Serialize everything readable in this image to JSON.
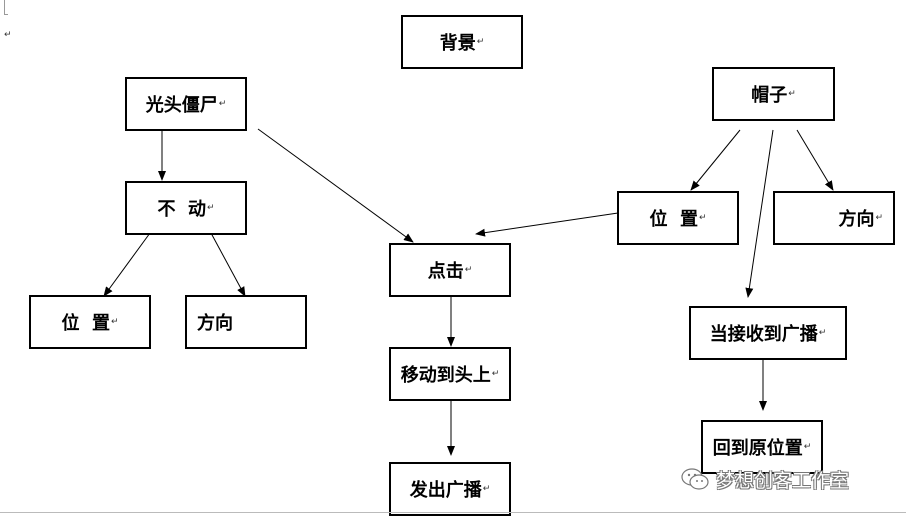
{
  "diagram": {
    "return_mark": "↵",
    "nodes": {
      "background": "背景",
      "bald_zombie": "光头僵尸",
      "hat": "帽子",
      "still": "不  动",
      "hat_position": "位  置",
      "hat_direction": "方向",
      "click": "点击",
      "zombie_position": "位  置",
      "zombie_direction": "方向",
      "move_to_head": "移动到头上",
      "receive_broadcast": "当接收到广播",
      "send_broadcast": "发出广播",
      "return_original": "回到原位置"
    }
  },
  "watermark": {
    "text": "梦想创客工作室",
    "icon": "wechat-logo-icon"
  }
}
